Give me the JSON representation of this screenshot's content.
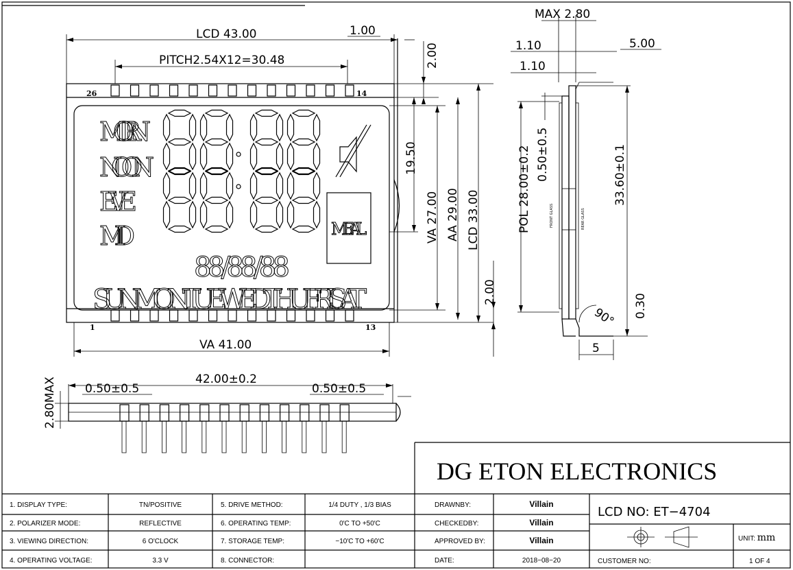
{
  "company": "DG ETON ELECTRONICS",
  "part_number": "LCD  NO: ET−4704",
  "unit": {
    "label": "UNIT:",
    "value": "mm"
  },
  "customer_no_label": "CUSTOMER  NO:",
  "sheet": "1  OF  4",
  "front_view": {
    "dims": {
      "lcd_width": "LCD  43.00",
      "edge": "1.00",
      "pitch": "PITCH2.54X12=30.48",
      "va_width": "VA  41.00",
      "top_offset": "2.00",
      "bottom_offset": "2.00",
      "pin_len": "19.50",
      "va_height": "VA  27.00",
      "aa_height": "AA  29.00",
      "lcd_height": "LCD  33.00"
    },
    "pins": {
      "top_left": "26",
      "top_right": "14",
      "bottom_left": "1",
      "bottom_right": "13"
    },
    "segments": {
      "labels": [
        "MORN",
        "NOON",
        "EVE",
        "MID"
      ],
      "meal": "MEAL",
      "date": "88/88/88",
      "weekdays": "SUN MON TUE WED THU FRI SAT"
    }
  },
  "side_view": {
    "dims": {
      "max": "MAX  2.80",
      "a": "1.10",
      "b": "5.00",
      "c": "1.10",
      "pol": "POL  28.00±0.2",
      "pol_offset": "0.50±0.5",
      "glass_height": "33.60±0.1",
      "bottom_offset": "0.30",
      "angle": "90°",
      "foot": "5"
    },
    "front_glass": "FRONT GLASS",
    "rear_glass": "REAR GLASS"
  },
  "bottom_view": {
    "dims": {
      "width": "42.00±0.2",
      "left": "0.50±0.5",
      "right": "0.50±0.5",
      "height": "2.80MAX"
    }
  },
  "spec_table": [
    {
      "k1": "1. DISPLAY TYPE:",
      "v1": "TN/POSITIVE",
      "k2": "5. DRIVE METHOD:",
      "v2": "1/4 DUTY , 1/3 BIAS",
      "k3": "DRAWNBY:",
      "v3": "Villain"
    },
    {
      "k1": "2. POLARIZER MODE:",
      "v1": "REFLECTIVE",
      "k2": "6. OPERATING TEMP:",
      "v2": "0′C  TO  +50′C",
      "k3": "CHECKEDBY:",
      "v3": "Villain"
    },
    {
      "k1": "3. VIEWING DIRECTION:",
      "v1": "6  O'CLOCK",
      "k2": "7. STORAGE TEMP:",
      "v2": "−10′C  TO  +60′C",
      "k3": "APPROVED BY:",
      "v3": "Villain"
    },
    {
      "k1": "4. OPERATING VOLTAGE:",
      "v1": "3.3  V",
      "k2": "8. CONNECTOR:",
      "v2": "",
      "k3": "DATE:",
      "v3": "2018−08−20"
    }
  ]
}
